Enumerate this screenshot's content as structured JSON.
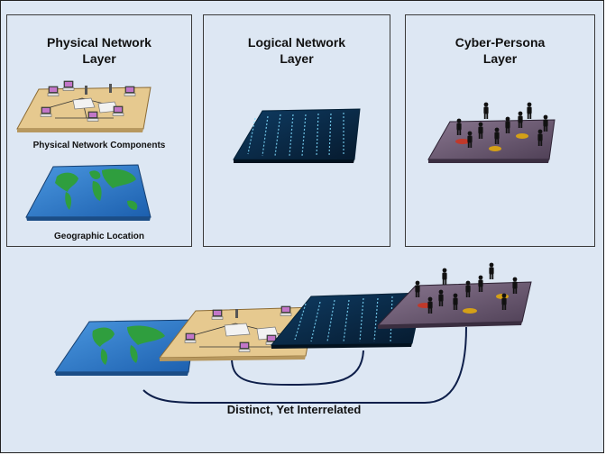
{
  "panels": [
    {
      "title": "Physical Network\nLayer",
      "captions": [
        "Physical Network Components",
        "Geographic Location"
      ]
    },
    {
      "title": "Logical Network\nLayer"
    },
    {
      "title": "Cyber-Persona\nLayer"
    }
  ],
  "bottom": {
    "caption": "Distinct, Yet Interrelated"
  },
  "colors": {
    "background": "#dde7f3",
    "map_ocean": "#2a78c9",
    "map_land": "#2f9e3e",
    "desk": "#e6c98f",
    "code_plane": "#0b2a45",
    "persona_plane": "#6b5a73",
    "connector": "#0e1f4a"
  },
  "icons": [
    "world-map-icon",
    "network-desk-icon",
    "binary-code-icon",
    "people-silhouette-icon"
  ]
}
